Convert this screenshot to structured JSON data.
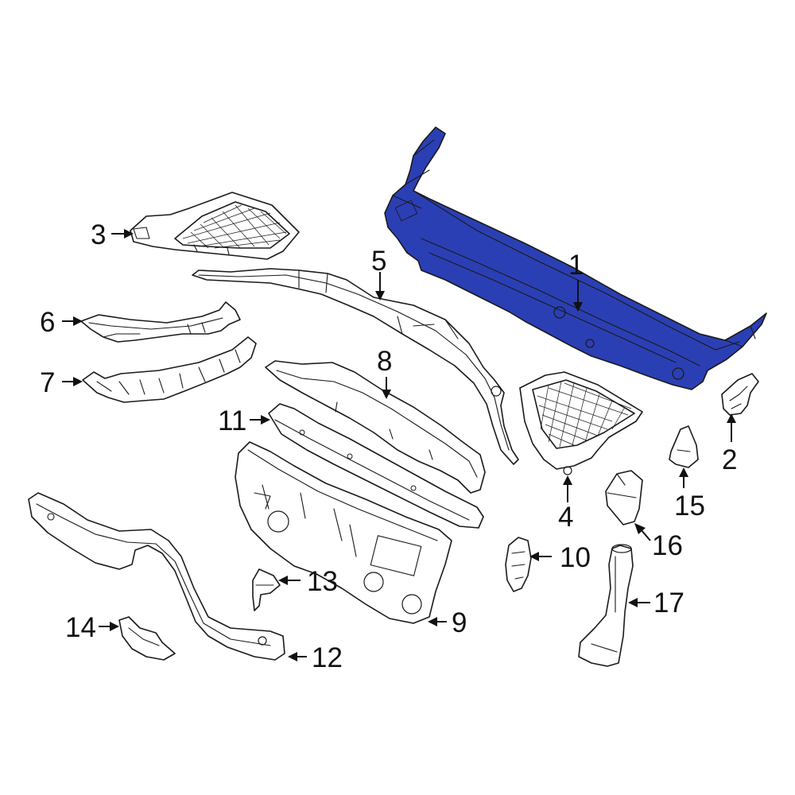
{
  "diagram": {
    "highlight_color": "#2b3fb4",
    "line_color": "#1a1a1a",
    "background": "#ffffff",
    "callouts": [
      {
        "id": "1",
        "label": "1",
        "part": "cowl-panel",
        "highlighted": true
      },
      {
        "id": "2",
        "label": "2",
        "part": "cowl-end-cap"
      },
      {
        "id": "3",
        "label": "3",
        "part": "cowl-grille-left"
      },
      {
        "id": "4",
        "label": "4",
        "part": "cowl-grille-right"
      },
      {
        "id": "5",
        "label": "5",
        "part": "cowl-side-rail"
      },
      {
        "id": "6",
        "label": "6",
        "part": "upper-bracket"
      },
      {
        "id": "7",
        "label": "7",
        "part": "lower-bracket"
      },
      {
        "id": "8",
        "label": "8",
        "part": "cowl-top-panel"
      },
      {
        "id": "9",
        "label": "9",
        "part": "dash-panel"
      },
      {
        "id": "10",
        "label": "10",
        "part": "mount-bracket"
      },
      {
        "id": "11",
        "label": "11",
        "part": "cowl-reinforcement"
      },
      {
        "id": "12",
        "label": "12",
        "part": "apron-rail"
      },
      {
        "id": "13",
        "label": "13",
        "part": "small-bracket"
      },
      {
        "id": "14",
        "label": "14",
        "part": "splash-shield"
      },
      {
        "id": "15",
        "label": "15",
        "part": "corner-filler"
      },
      {
        "id": "16",
        "label": "16",
        "part": "air-duct-block"
      },
      {
        "id": "17",
        "label": "17",
        "part": "air-duct"
      }
    ]
  }
}
